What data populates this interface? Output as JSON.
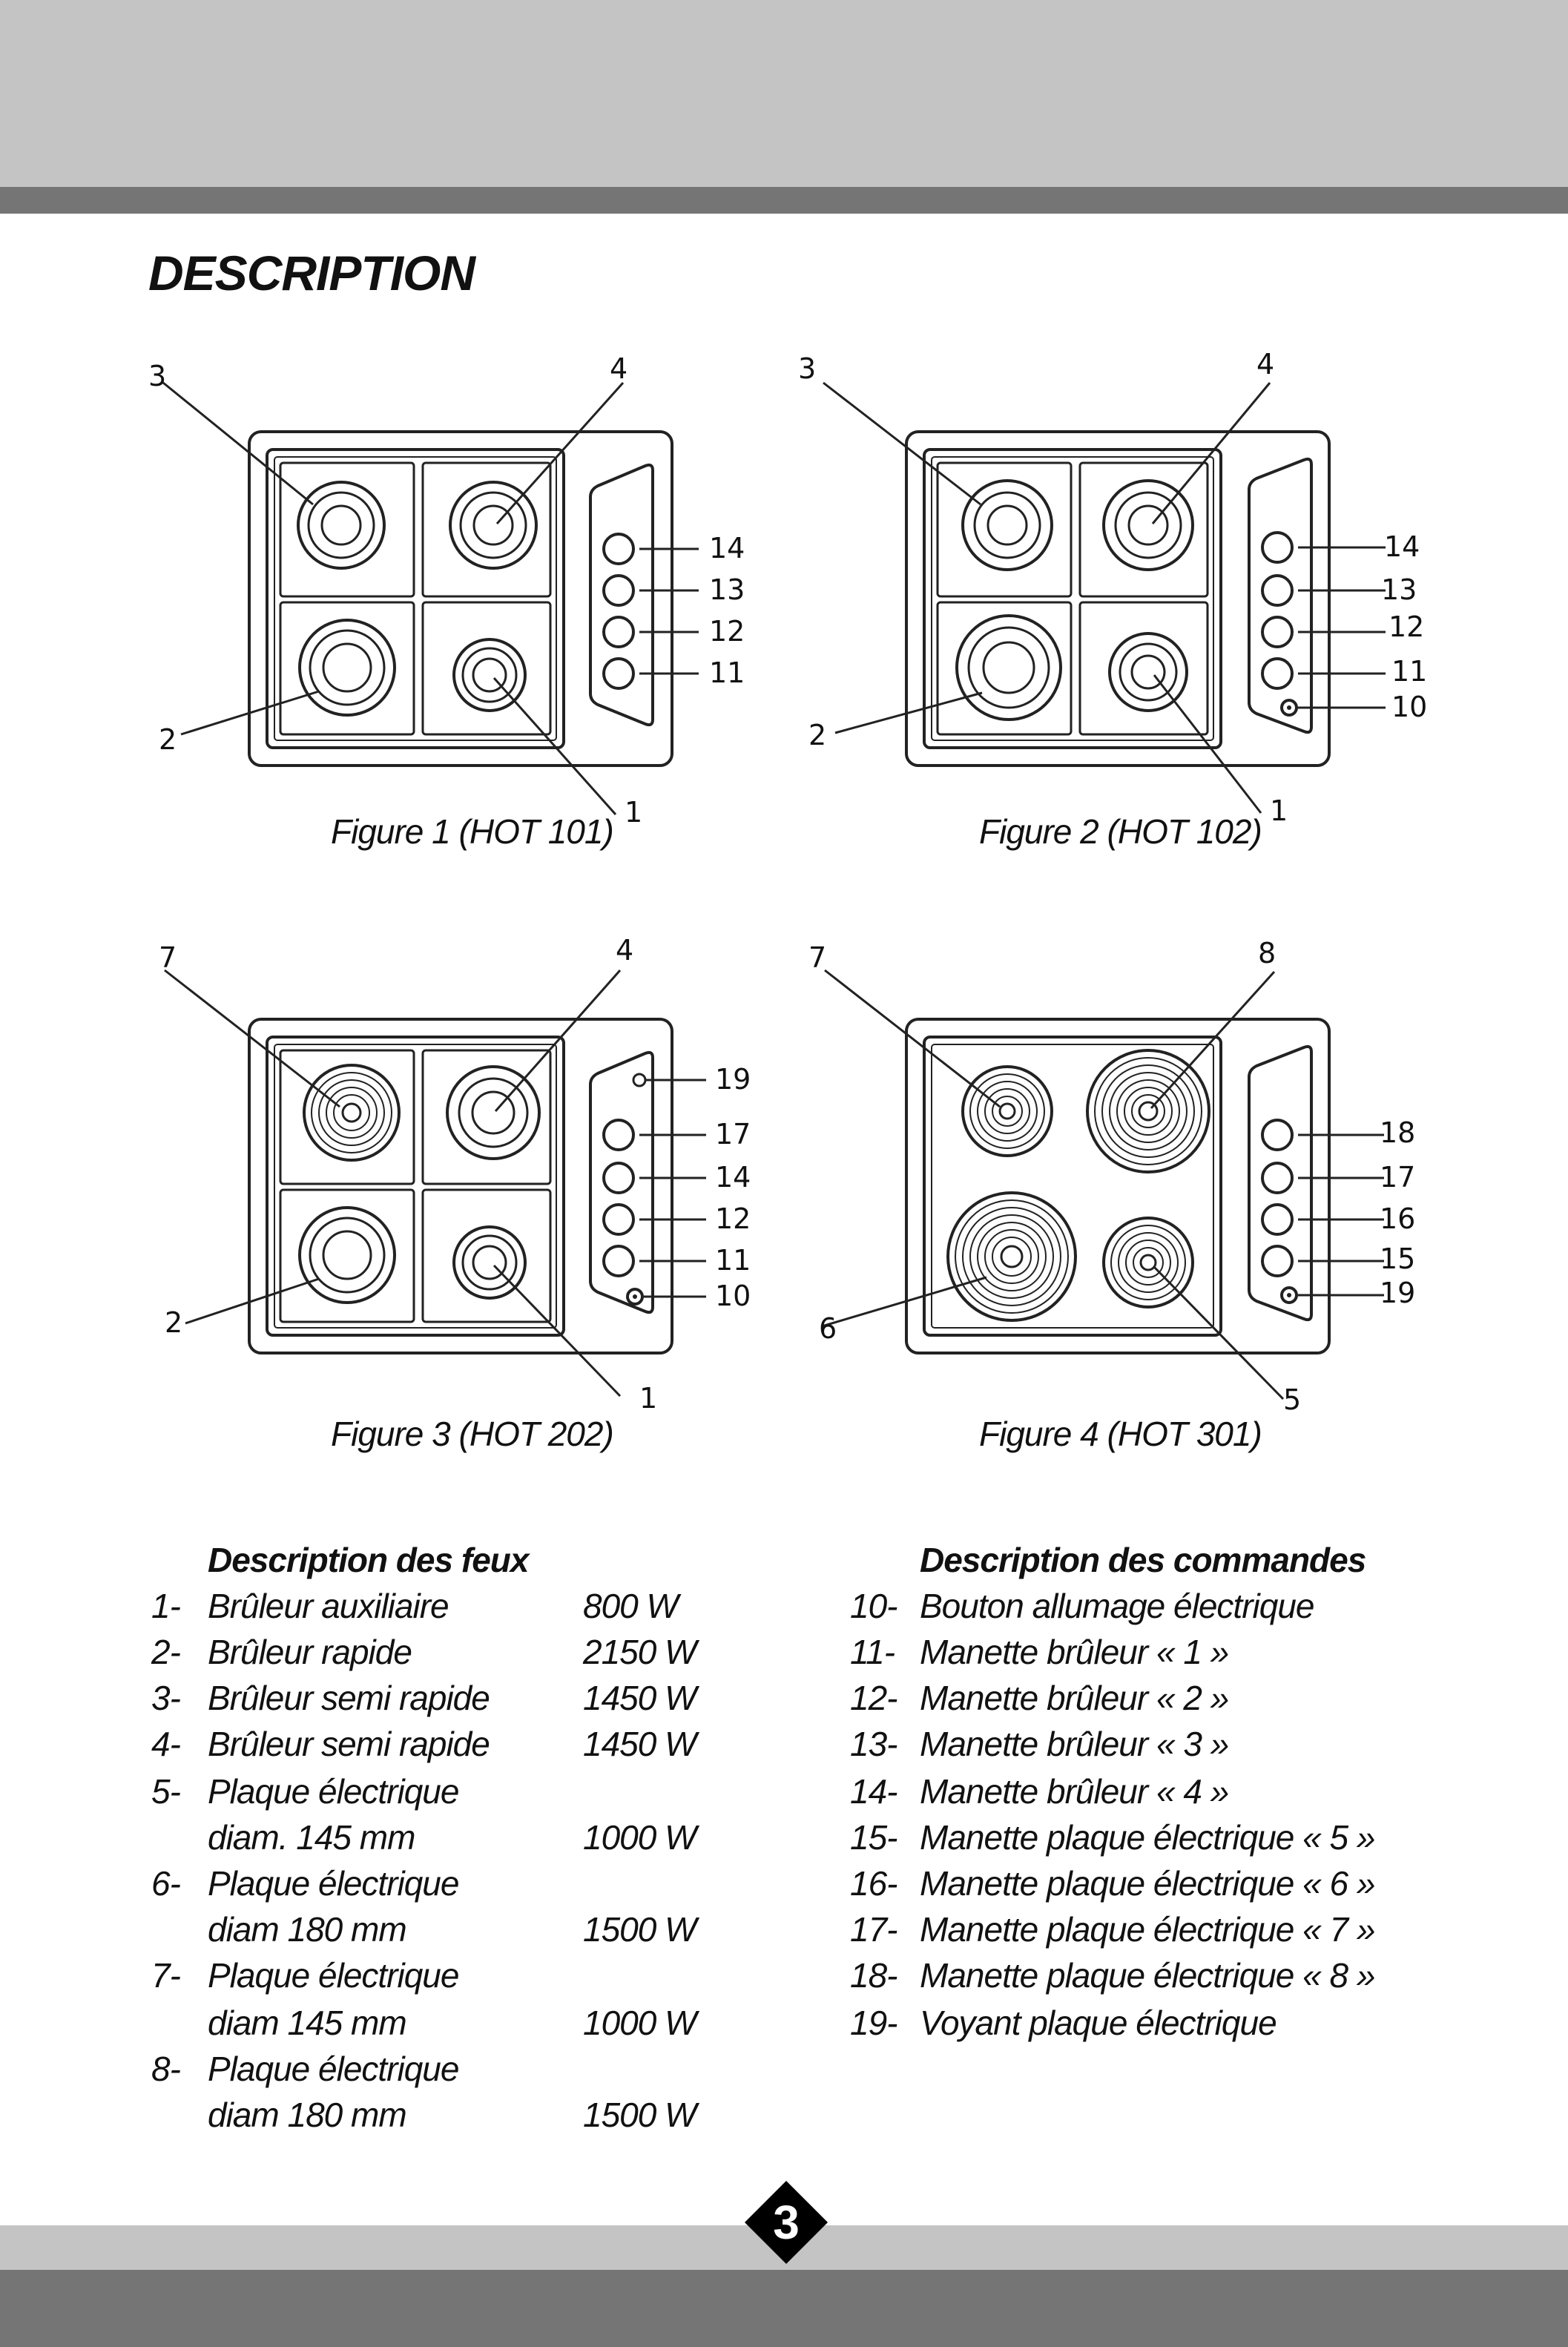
{
  "title": "DESCRIPTION",
  "page_number": "3",
  "figures": [
    {
      "caption": "Figure 1 (HOT 101)",
      "callouts": [
        "3",
        "4",
        "14",
        "13",
        "12",
        "11",
        "2",
        "1"
      ]
    },
    {
      "caption": "Figure 2 (HOT 102)",
      "callouts": [
        "3",
        "4",
        "14",
        "13",
        "12",
        "11",
        "10",
        "2",
        "1"
      ]
    },
    {
      "caption": "Figure 3 (HOT 202)",
      "callouts": [
        "7",
        "4",
        "19",
        "17",
        "14",
        "12",
        "11",
        "10",
        "2",
        "1"
      ]
    },
    {
      "caption": "Figure 4 (HOT 301)",
      "callouts": [
        "7",
        "8",
        "18",
        "17",
        "16",
        "15",
        "19",
        "6",
        "5"
      ]
    }
  ],
  "burners": {
    "title": "Description des feux",
    "items": [
      {
        "num": "1-",
        "lines": [
          "Brûleur auxiliaire"
        ],
        "power": "800 W"
      },
      {
        "num": "2-",
        "lines": [
          "Brûleur rapide"
        ],
        "power": "2150 W"
      },
      {
        "num": "3-",
        "lines": [
          "Brûleur semi rapide"
        ],
        "power": "1450 W"
      },
      {
        "num": "4-",
        "lines": [
          "Brûleur semi rapide"
        ],
        "power": "1450 W"
      },
      {
        "num": "5-",
        "lines": [
          "Plaque électrique",
          "diam. 145 mm"
        ],
        "power": "1000 W"
      },
      {
        "num": "6-",
        "lines": [
          "Plaque électrique",
          "diam 180 mm"
        ],
        "power": "1500 W"
      },
      {
        "num": "7-",
        "lines": [
          "Plaque électrique",
          "diam 145 mm"
        ],
        "power": "1000 W"
      },
      {
        "num": "8-",
        "lines": [
          "Plaque électrique",
          "diam 180 mm"
        ],
        "power": "1500 W"
      }
    ]
  },
  "controls": {
    "title": "Description des commandes",
    "items": [
      {
        "num": "10-",
        "text": "Bouton allumage électrique"
      },
      {
        "num": "11-",
        "text": "Manette brûleur « 1 »"
      },
      {
        "num": "12-",
        "text": "Manette brûleur « 2 »"
      },
      {
        "num": "13-",
        "text": "Manette brûleur « 3 »"
      },
      {
        "num": "14-",
        "text": "Manette brûleur « 4 »"
      },
      {
        "num": "15-",
        "text": "Manette plaque électrique « 5 »"
      },
      {
        "num": "16-",
        "text": "Manette plaque électrique « 6 »"
      },
      {
        "num": "17-",
        "text": "Manette plaque électrique « 7 »"
      },
      {
        "num": "18-",
        "text": "Manette plaque électrique « 8 »"
      },
      {
        "num": "19-",
        "text": "Voyant plaque électrique"
      }
    ]
  }
}
